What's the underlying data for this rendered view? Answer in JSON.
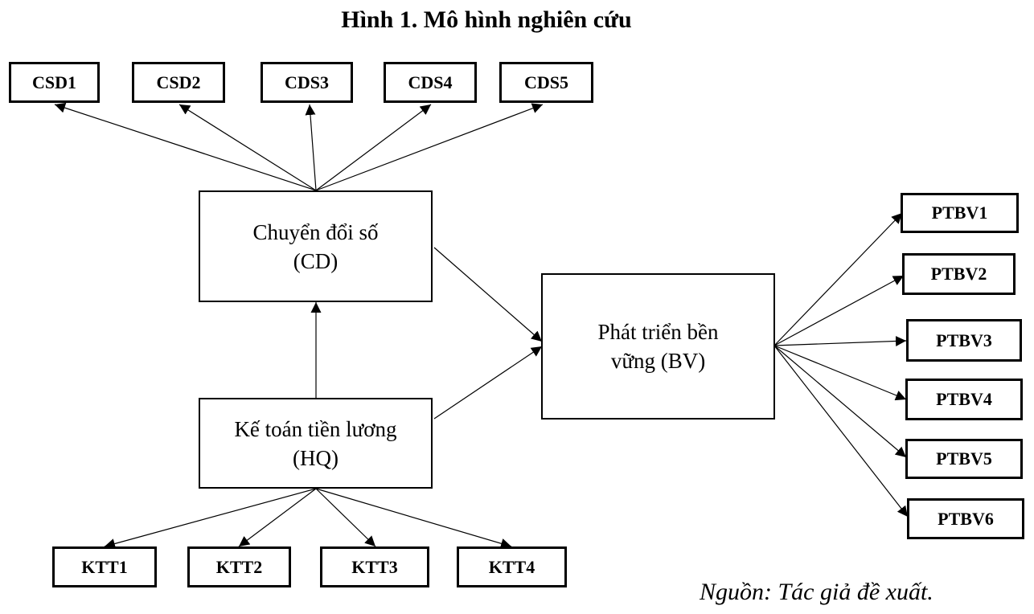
{
  "figure": {
    "title": "Hình 1. Mô hình nghiên cứu",
    "source": "Nguồn: Tác giả đề xuất."
  },
  "constructs": {
    "cd": {
      "line1": "Chuyển đổi số",
      "line2": "(CD)"
    },
    "hq": {
      "line1": "Kế toán tiền lương",
      "line2": "(HQ)"
    },
    "bv": {
      "line1": "Phát triển bền",
      "line2": "vững (BV)"
    }
  },
  "indicators": {
    "cd": [
      "CSD1",
      "CSD2",
      "CDS3",
      "CDS4",
      "CDS5"
    ],
    "hq": [
      "KTT1",
      "KTT2",
      "KTT3",
      "KTT4"
    ],
    "bv": [
      "PTBV1",
      "PTBV2",
      "PTBV3",
      "PTBV4",
      "PTBV5",
      "PTBV6"
    ]
  },
  "colors": {
    "line": "#000000",
    "background": "#ffffff"
  }
}
